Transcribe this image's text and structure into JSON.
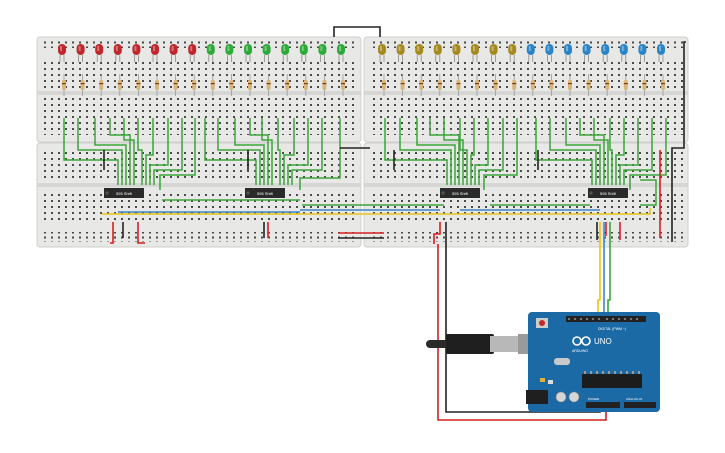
{
  "scene": {
    "breadboards": 4,
    "led_colors": {
      "red": "#c0272d",
      "green": "#2eaa3a",
      "yellow": "#a58a22",
      "blue": "#2b84c6"
    },
    "led_sequence": {
      "board_left": [
        "red",
        "red",
        "red",
        "red",
        "red",
        "red",
        "red",
        "red",
        "green",
        "green",
        "green",
        "green",
        "green",
        "green",
        "green",
        "green"
      ],
      "board_right": [
        "yellow",
        "yellow",
        "yellow",
        "yellow",
        "yellow",
        "yellow",
        "yellow",
        "yellow",
        "blue",
        "blue",
        "blue",
        "blue",
        "blue",
        "blue",
        "blue",
        "blue"
      ]
    },
    "shift_registers": [
      {
        "label": "595 Shift"
      },
      {
        "label": "595 Shift"
      },
      {
        "label": "595 Shift"
      },
      {
        "label": "595 Shift"
      }
    ],
    "wire_colors": {
      "green": "#3aa53a",
      "black": "#222222",
      "red": "#d42020",
      "yellow": "#e6c619",
      "blue": "#3d86c6"
    },
    "arduino": {
      "board_color": "#1b6aa6",
      "model": "UNO",
      "brand": "ARDUINO",
      "header_digital": "DIGITAL (PWM ~)",
      "header_power": "POWER",
      "header_analog": "ANALOG IN"
    }
  }
}
